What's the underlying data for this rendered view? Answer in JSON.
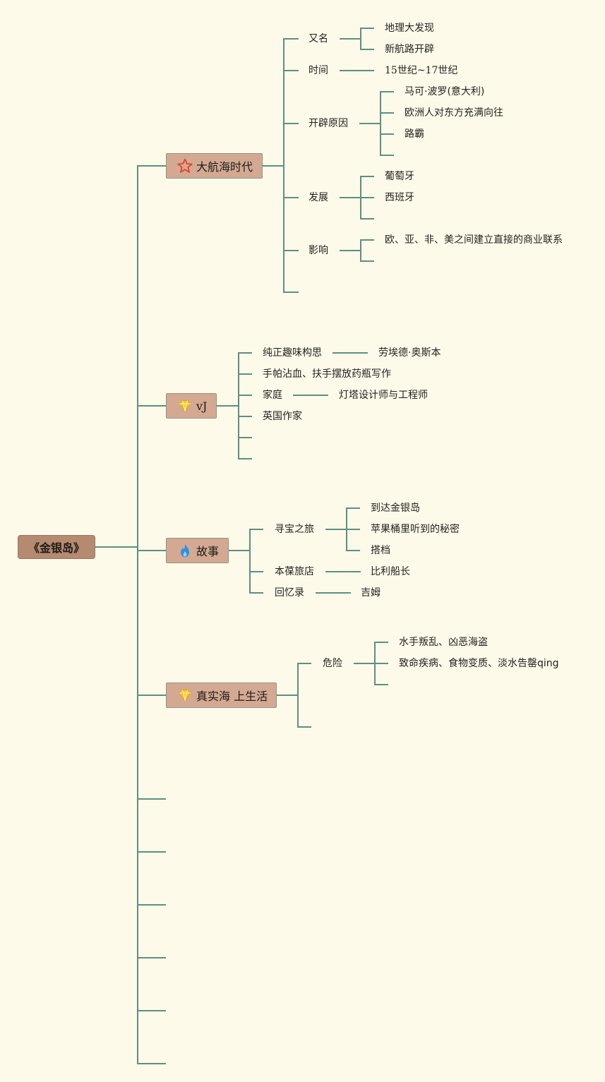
{
  "root": {
    "label": "《金银岛》"
  },
  "topics": [
    {
      "label": "大航海时代",
      "icon": "star-icon",
      "children": [
        {
          "label": "又名",
          "children": [
            "地理大发现",
            "新航路开辟"
          ]
        },
        {
          "label": "时间",
          "children": [
            "15世纪~17世纪"
          ]
        },
        {
          "label": "开辟原因",
          "children": [
            "马可·波罗(意大利)",
            "欧洲人对东方充满向往",
            "路霸"
          ]
        },
        {
          "label": "发展",
          "children": [
            "葡萄牙",
            "西班牙"
          ]
        },
        {
          "label": "影响",
          "children": [
            "欧、亚、非、美之间建立直接的商业联系"
          ]
        }
      ]
    },
    {
      "label": "vJ",
      "icon": "diamond-icon",
      "children": [
        {
          "label": "纯正趣味构思",
          "children": [
            "劳埃德·奥斯本"
          ]
        },
        {
          "label": "手帕沾血、扶手摆放药瓶写作",
          "children": []
        },
        {
          "label": "家庭",
          "children": [
            "灯塔设计师与工程师"
          ]
        },
        {
          "label": "英国作家",
          "children": []
        }
      ]
    },
    {
      "label": "故事",
      "icon": "fire-icon",
      "children": [
        {
          "label": "寻宝之旅",
          "children": [
            "到达金银岛",
            "苹果桶里听到的秘密",
            "搭档"
          ]
        },
        {
          "label": "本葆旅店",
          "children": [
            "比利船长"
          ]
        },
        {
          "label": "回忆录",
          "children": [
            "吉姆"
          ]
        }
      ]
    },
    {
      "label": "真实海 上生活",
      "icon": "diamond-icon",
      "children": [
        {
          "label": "危险",
          "children": [
            "水手叛乱、凶恶海盗",
            "致命疾病、食物变质、淡水告罄qing"
          ]
        }
      ]
    }
  ],
  "colors": {
    "background": "#fefae9",
    "line": "#5d8f84",
    "root_fill": "#b48a71",
    "topic_fill": "#d4a991",
    "star": "#e0442c",
    "diamond": "#f2c531",
    "fire": "#2f8fe0"
  }
}
